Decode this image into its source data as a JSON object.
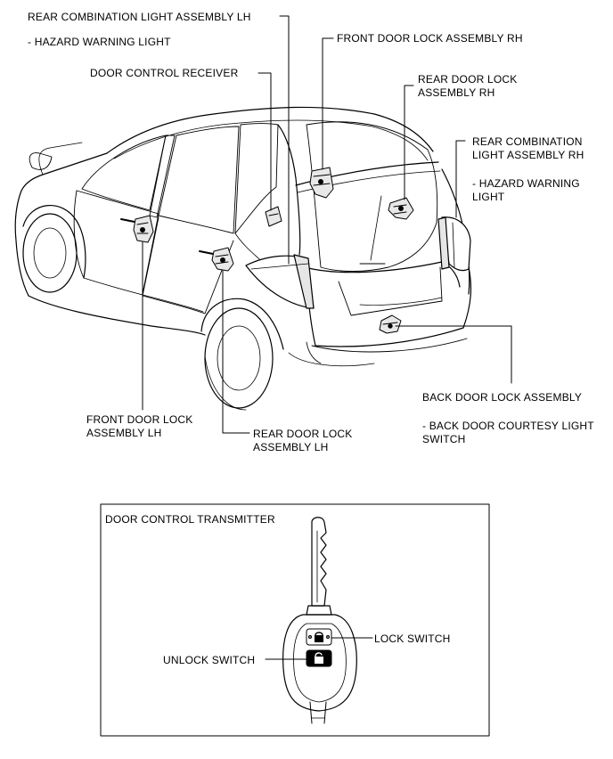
{
  "labels": {
    "rear_combo_lh": [
      "REAR COMBINATION LIGHT ASSEMBLY LH",
      "- HAZARD WARNING LIGHT"
    ],
    "door_control_receiver": [
      "DOOR CONTROL RECEIVER"
    ],
    "front_door_lock_rh": [
      "FRONT DOOR LOCK ASSEMBLY RH"
    ],
    "rear_door_lock_rh": [
      "REAR DOOR LOCK",
      "ASSEMBLY RH"
    ],
    "rear_combo_rh": [
      "REAR COMBINATION",
      "LIGHT ASSEMBLY RH",
      "- HAZARD WARNING",
      "LIGHT"
    ],
    "back_door_lock": [
      "BACK DOOR LOCK ASSEMBLY",
      "- BACK DOOR COURTESY LIGHT",
      "SWITCH"
    ],
    "front_door_lock_lh": [
      "FRONT DOOR LOCK",
      "ASSEMBLY LH"
    ],
    "rear_door_lock_lh": [
      "REAR DOOR LOCK",
      "ASSEMBLY LH"
    ]
  },
  "transmitter": {
    "title": "DOOR CONTROL TRANSMITTER",
    "lock_switch": "LOCK SWITCH",
    "unlock_switch": "UNLOCK SWITCH"
  }
}
